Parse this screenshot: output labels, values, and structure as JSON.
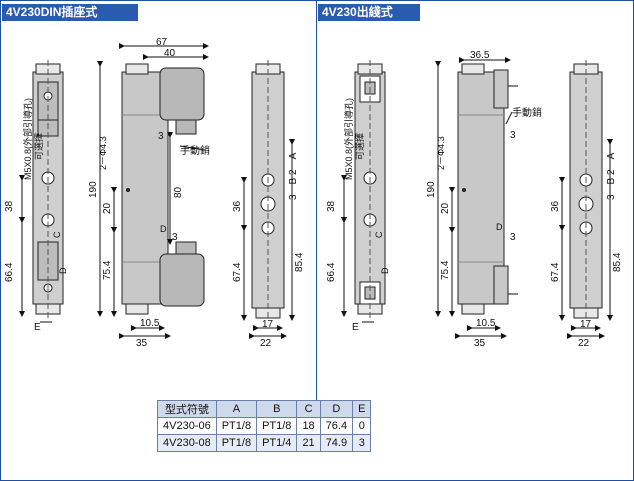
{
  "headers": {
    "left_title": "4V230DIN插座式",
    "right_title": "4V230出綫式"
  },
  "icons": [
    "solenoid-coil-icon",
    "din-connector-icon",
    "manual-override-icon"
  ],
  "colors": {
    "header_bg": "#2a5bb0",
    "header_text": "#ffffff",
    "frame": "#1f4fa0",
    "body_fill": "#c8c8c8",
    "table_header": "#cfd9ec"
  },
  "labels": {
    "manual_override": "手動銷",
    "mounting_hole": "M5X0.8(外部引導孔)",
    "mounting_hole_note": "可選擇",
    "port_3": "3",
    "port_a": "A",
    "port_b": "B",
    "port_c": "C",
    "port_d": "D",
    "port_e": "E",
    "hole_2_phi": "2－Φ4.3",
    "hole_3_b_2_a": "3－B 2－A"
  },
  "dimensions": {
    "left": {
      "width_total": "67",
      "width_head": "40",
      "height_total": "190",
      "port_mid": "80",
      "d38": "38",
      "d66_4": "66.4",
      "d20": "20",
      "d75_4": "75.4",
      "d10_5": "10.5",
      "d35": "35",
      "s36": "36",
      "s67_4": "67.4",
      "s85_4": "85.4",
      "s17": "17",
      "s22": "22"
    },
    "right": {
      "width_head": "36.5",
      "d38": "38",
      "d66_4": "66.4",
      "height_total": "190",
      "d20": "20",
      "d75_4": "75.4",
      "d10_5": "10.5",
      "d35": "35",
      "s36": "36",
      "s67_4": "67.4",
      "s85_4": "85.4",
      "s17": "17",
      "s22": "22"
    }
  },
  "spec_table": {
    "columns": [
      "型式符號",
      "A",
      "B",
      "C",
      "D",
      "E"
    ],
    "rows": [
      [
        "4V230-06",
        "PT1/8",
        "PT1/8",
        "18",
        "76.4",
        "0"
      ],
      [
        "4V230-08",
        "PT1/8",
        "PT1/4",
        "21",
        "74.9",
        "3"
      ]
    ]
  }
}
